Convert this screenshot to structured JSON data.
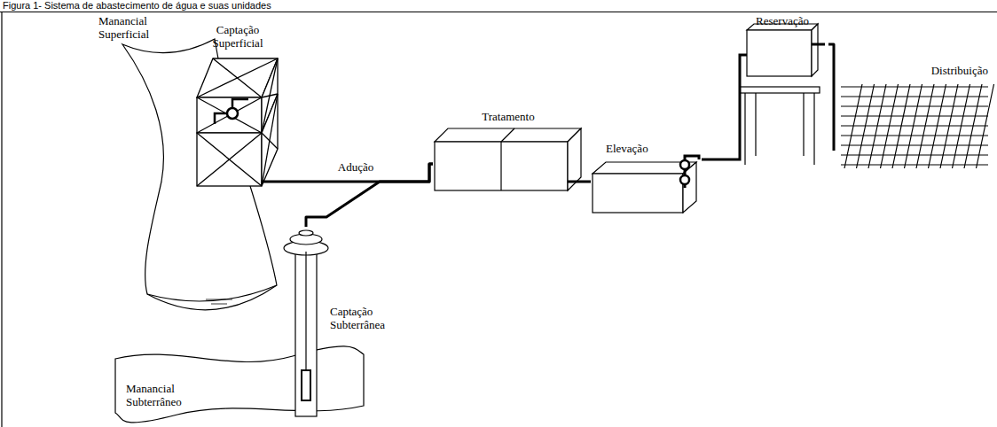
{
  "diagram": {
    "title": "Figura 1- Sistema de abastecimento de água e suas unidades",
    "nodes": [
      {
        "text": [
          "Manancial Superficial"
        ]
      },
      {
        "text": [
          "Captação Superficial"
        ]
      },
      {
        "text": [
          "Tratamento"
        ]
      },
      {
        "text": [
          "Elevação"
        ]
      },
      {
        "text": [
          "Reservação"
        ]
      },
      {
        "text": [
          "Distribuição"
        ]
      },
      {
        "text": [
          "Captação Subterrânea"
        ]
      },
      {
        "text": [
          "Manancial Subterrâneo"
        ]
      }
    ],
    "edges": [
      {
        "from": 1,
        "to": 2,
        "label": "Adução",
        "arrow": "none"
      },
      {
        "from": 6,
        "to": 2,
        "arrow": "none"
      },
      {
        "from": 2,
        "to": 3,
        "arrow": "none"
      },
      {
        "from": 3,
        "to": 4,
        "arrow": "none"
      },
      {
        "from": 4,
        "to": 5,
        "arrow": "none"
      }
    ]
  }
}
